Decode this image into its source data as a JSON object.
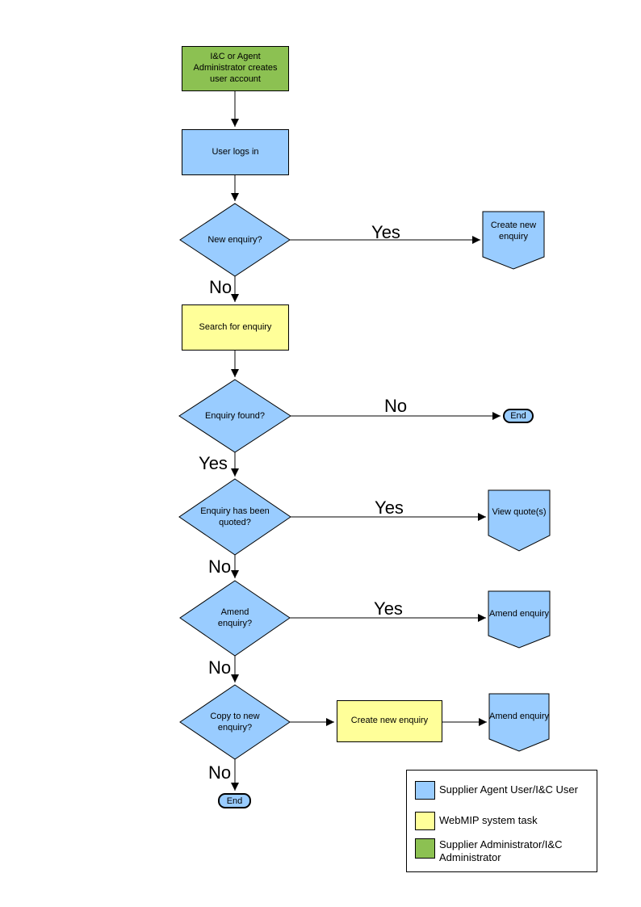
{
  "diagram": {
    "nodes": {
      "admin_creates_account": "I&C or Agent Administrator creates user account",
      "user_logs_in": "User logs in",
      "new_enquiry_q": "New enquiry?",
      "create_new_enquiry_branch": "Create new enquiry",
      "search_for_enquiry": "Search for enquiry",
      "enquiry_found_q": "Enquiry found?",
      "end_right": "End",
      "enquiry_quoted_q": "Enquiry has been quoted?",
      "view_quotes": "View quote(s)",
      "amend_enquiry_q": "Amend enquiry?",
      "amend_enquiry_out1": "Amend enquiry",
      "copy_to_new_enquiry_q": "Copy to new enquiry?",
      "create_new_enquiry_task": "Create new enquiry",
      "amend_enquiry_out2": "Amend enquiry",
      "end_bottom": "End"
    },
    "edge_labels": {
      "new_enquiry_yes": "Yes",
      "new_enquiry_no": "No",
      "enquiry_found_no": "No",
      "enquiry_found_yes": "Yes",
      "enquiry_quoted_yes": "Yes",
      "enquiry_quoted_no": "No",
      "amend_enquiry_yes": "Yes",
      "amend_enquiry_no": "No",
      "copy_to_new_no": "No"
    },
    "legend": {
      "items": [
        {
          "label": "Supplier Agent User/I&C User",
          "color": "#99CCFF"
        },
        {
          "label": "WebMIP system task",
          "color": "#FFFF99"
        },
        {
          "label": "Supplier Administrator/I&C Administrator",
          "color": "#8CC152"
        }
      ]
    },
    "colors": {
      "user_task_fill": "#99CCFF",
      "system_task_fill": "#FFFF99",
      "admin_task_fill": "#8CC152",
      "outline": "#000000"
    }
  }
}
